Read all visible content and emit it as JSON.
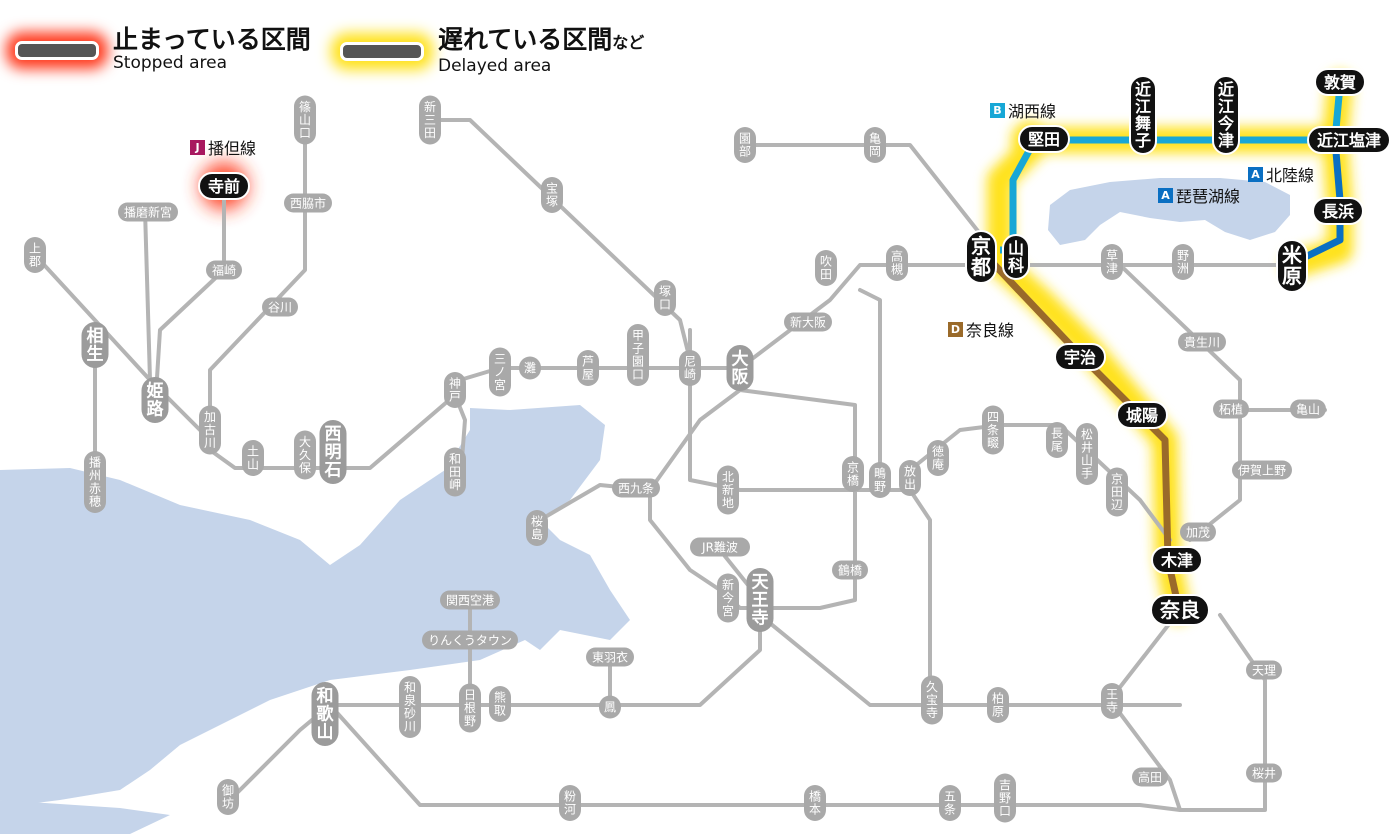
{
  "legend": {
    "stopped": {
      "ja": "止まっている区間",
      "en": "Stopped area",
      "glow": "#ff3b1f"
    },
    "delayed": {
      "ja": "遅れている区間",
      "ja_suffix": "など",
      "en": "Delayed area",
      "glow": "#ffe21a"
    }
  },
  "lines": {
    "bantan": {
      "code": "J",
      "name": "播但線",
      "color": "#a8185f"
    },
    "kosei": {
      "code": "B",
      "name": "湖西線",
      "color": "#17a7d6"
    },
    "hokuriku": {
      "code": "A",
      "name": "北陸線",
      "color": "#0a6fc2"
    },
    "biwako": {
      "code": "A",
      "name": "琵琶湖線",
      "color": "#0a6fc2"
    },
    "nara": {
      "code": "D",
      "name": "奈良線",
      "color": "#9a6a2a"
    }
  },
  "colors": {
    "sea": "#c5d4ea",
    "track": "#b4b4b4",
    "station_gray": "#a9a9a9",
    "station_black": "#111111"
  },
  "stations": [
    {
      "id": "s1",
      "name": "篠山口",
      "dir": "v"
    },
    {
      "id": "s2",
      "name": "新三田",
      "dir": "v"
    },
    {
      "id": "s3",
      "name": "宝塚",
      "dir": "v"
    },
    {
      "id": "s4",
      "name": "園部",
      "dir": "v"
    },
    {
      "id": "s5",
      "name": "亀岡",
      "dir": "v"
    },
    {
      "id": "s6",
      "name": "寺前",
      "dir": "h",
      "style": "black",
      "glow": "stopped"
    },
    {
      "id": "s7",
      "name": "播磨新宮",
      "dir": "h"
    },
    {
      "id": "s8",
      "name": "西脇市",
      "dir": "h"
    },
    {
      "id": "s9",
      "name": "上郡",
      "dir": "v"
    },
    {
      "id": "s10",
      "name": "福崎",
      "dir": "h"
    },
    {
      "id": "s11",
      "name": "相生",
      "dir": "v",
      "size": "big"
    },
    {
      "id": "s12",
      "name": "谷川",
      "dir": "h"
    },
    {
      "id": "s13",
      "name": "塚口",
      "dir": "v"
    },
    {
      "id": "s14",
      "name": "姫路",
      "dir": "v",
      "size": "big"
    },
    {
      "id": "s15",
      "name": "加古川",
      "dir": "v"
    },
    {
      "id": "s16",
      "name": "土山",
      "dir": "v"
    },
    {
      "id": "s17",
      "name": "大久保",
      "dir": "v"
    },
    {
      "id": "s18",
      "name": "西明石",
      "dir": "v",
      "size": "big"
    },
    {
      "id": "s19",
      "name": "播州赤穂",
      "dir": "v"
    },
    {
      "id": "s20",
      "name": "神戸",
      "dir": "v"
    },
    {
      "id": "s21",
      "name": "三ノ宮",
      "dir": "v"
    },
    {
      "id": "s22",
      "name": "灘",
      "dir": "v"
    },
    {
      "id": "s23",
      "name": "芦屋",
      "dir": "v"
    },
    {
      "id": "s24",
      "name": "甲子園口",
      "dir": "v"
    },
    {
      "id": "s25",
      "name": "尼崎",
      "dir": "v"
    },
    {
      "id": "s26",
      "name": "大阪",
      "dir": "v",
      "size": "big"
    },
    {
      "id": "s27",
      "name": "新大阪",
      "dir": "h"
    },
    {
      "id": "s28",
      "name": "吹田",
      "dir": "v"
    },
    {
      "id": "s29",
      "name": "高槻",
      "dir": "v"
    },
    {
      "id": "s30",
      "name": "和田岬",
      "dir": "v"
    },
    {
      "id": "s31",
      "name": "桜島",
      "dir": "v"
    },
    {
      "id": "s32",
      "name": "西九条",
      "dir": "h"
    },
    {
      "id": "s33",
      "name": "北新地",
      "dir": "v"
    },
    {
      "id": "s34",
      "name": "京橋",
      "dir": "v"
    },
    {
      "id": "s35",
      "name": "鴫野",
      "dir": "v"
    },
    {
      "id": "s36",
      "name": "放出",
      "dir": "v"
    },
    {
      "id": "s37",
      "name": "JR難波",
      "dir": "h"
    },
    {
      "id": "s38",
      "name": "新今宮",
      "dir": "v"
    },
    {
      "id": "s39",
      "name": "天王寺",
      "dir": "v",
      "size": "big"
    },
    {
      "id": "s40",
      "name": "鶴橋",
      "dir": "h"
    },
    {
      "id": "s41",
      "name": "関西空港",
      "dir": "h"
    },
    {
      "id": "s42",
      "name": "りんくうタウン",
      "dir": "h"
    },
    {
      "id": "s43",
      "name": "東羽衣",
      "dir": "h"
    },
    {
      "id": "s44",
      "name": "鳳",
      "dir": "v"
    },
    {
      "id": "s45",
      "name": "日根野",
      "dir": "v"
    },
    {
      "id": "s46",
      "name": "熊取",
      "dir": "v"
    },
    {
      "id": "s47",
      "name": "和泉砂川",
      "dir": "v"
    },
    {
      "id": "s48",
      "name": "和歌山",
      "dir": "v",
      "size": "big"
    },
    {
      "id": "s49",
      "name": "御坊",
      "dir": "v"
    },
    {
      "id": "s50",
      "name": "粉河",
      "dir": "v"
    },
    {
      "id": "s51",
      "name": "橋本",
      "dir": "v"
    },
    {
      "id": "s52",
      "name": "五条",
      "dir": "v"
    },
    {
      "id": "s53",
      "name": "吉野口",
      "dir": "v"
    },
    {
      "id": "s54",
      "name": "高田",
      "dir": "h"
    },
    {
      "id": "s55",
      "name": "王寺",
      "dir": "v"
    },
    {
      "id": "s56",
      "name": "柏原",
      "dir": "v"
    },
    {
      "id": "s57",
      "name": "久宝寺",
      "dir": "v"
    },
    {
      "id": "s58",
      "name": "徳庵",
      "dir": "v"
    },
    {
      "id": "s59",
      "name": "四条畷",
      "dir": "v"
    },
    {
      "id": "s60",
      "name": "長尾",
      "dir": "v"
    },
    {
      "id": "s61",
      "name": "松井山手",
      "dir": "v"
    },
    {
      "id": "s62",
      "name": "京田辺",
      "dir": "v"
    },
    {
      "id": "s63",
      "name": "加茂",
      "dir": "h"
    },
    {
      "id": "s64",
      "name": "木津",
      "dir": "h",
      "style": "black",
      "glow": "delayed"
    },
    {
      "id": "s65",
      "name": "奈良",
      "dir": "h",
      "style": "black",
      "size": "big",
      "glow": "delayed"
    },
    {
      "id": "s66",
      "name": "天理",
      "dir": "h"
    },
    {
      "id": "s67",
      "name": "桜井",
      "dir": "h"
    },
    {
      "id": "s68",
      "name": "伊賀上野",
      "dir": "h"
    },
    {
      "id": "s69",
      "name": "柘植",
      "dir": "h"
    },
    {
      "id": "s70",
      "name": "亀山",
      "dir": "h"
    },
    {
      "id": "s71",
      "name": "貴生川",
      "dir": "h"
    },
    {
      "id": "s72",
      "name": "草津",
      "dir": "v"
    },
    {
      "id": "s73",
      "name": "野洲",
      "dir": "v"
    },
    {
      "id": "s74",
      "name": "京都",
      "dir": "v",
      "style": "black",
      "size": "big",
      "glow": "delayed"
    },
    {
      "id": "s75",
      "name": "山科",
      "dir": "v",
      "style": "black",
      "glow": "delayed"
    },
    {
      "id": "s76",
      "name": "宇治",
      "dir": "h",
      "style": "black",
      "glow": "delayed"
    },
    {
      "id": "s77",
      "name": "城陽",
      "dir": "h",
      "style": "black",
      "glow": "delayed"
    },
    {
      "id": "s78",
      "name": "堅田",
      "dir": "h",
      "style": "black",
      "glow": "delayed"
    },
    {
      "id": "s79",
      "name": "近江舞子",
      "dir": "v",
      "style": "black",
      "glow": "delayed"
    },
    {
      "id": "s80",
      "name": "近江今津",
      "dir": "v",
      "style": "black",
      "glow": "delayed"
    },
    {
      "id": "s81",
      "name": "敦賀",
      "dir": "h",
      "style": "black",
      "glow": "delayed"
    },
    {
      "id": "s82",
      "name": "近江塩津",
      "dir": "h",
      "style": "black",
      "glow": "delayed"
    },
    {
      "id": "s83",
      "name": "長浜",
      "dir": "h",
      "style": "black",
      "glow": "delayed"
    },
    {
      "id": "s84",
      "name": "米原",
      "dir": "v",
      "style": "black",
      "size": "big",
      "glow": "delayed"
    }
  ]
}
